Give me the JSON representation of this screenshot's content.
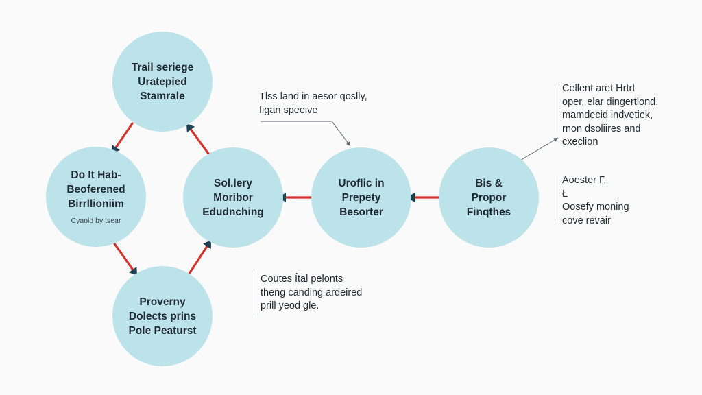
{
  "diagram": {
    "colors": {
      "node_fill": "#bde3ea",
      "arrow_shaft": "#d5322b",
      "arrow_head": "#1f3f52",
      "annotation_line": "#5a6670"
    },
    "nodes": [
      {
        "id": "top",
        "lines": [
          "Trail seriege",
          "Uratepied",
          "Stamrale"
        ]
      },
      {
        "id": "left",
        "lines": [
          "Do It Hab-",
          "Beoferened",
          "Birrllioniim"
        ],
        "small": "Cyaold by tsear"
      },
      {
        "id": "bottom",
        "lines": [
          "Proverny",
          "Dolects prins",
          "Pole Peaturst"
        ]
      },
      {
        "id": "center",
        "lines": [
          "Sol.lery",
          "Moribor",
          "Edudnching"
        ]
      },
      {
        "id": "right1",
        "lines": [
          "Uroflic in",
          "Prepety",
          "Besorter"
        ]
      },
      {
        "id": "right2",
        "lines": [
          "Bis &",
          "Propor",
          "Finqthes"
        ]
      }
    ],
    "annotations": [
      {
        "id": "mid-top",
        "lines": [
          "Tlss land in aesor qoslly,",
          "figan speeive"
        ]
      },
      {
        "id": "mid-bottom",
        "lines": [
          "Coutes Ítal pelonts",
          "theng canding ardeired",
          "prill yeod gle."
        ]
      },
      {
        "id": "right-top",
        "lines": [
          "Cellent aret Hrtrt",
          "oper, elar dingertlond,",
          "mamdecid indvetiek,",
          "rnon dsoliires and",
          "cxeclion"
        ]
      },
      {
        "id": "right-mid",
        "lines": [
          "Aoester Γ,",
          "Ł",
          "Oosefy moning",
          "cove revair"
        ]
      }
    ]
  }
}
